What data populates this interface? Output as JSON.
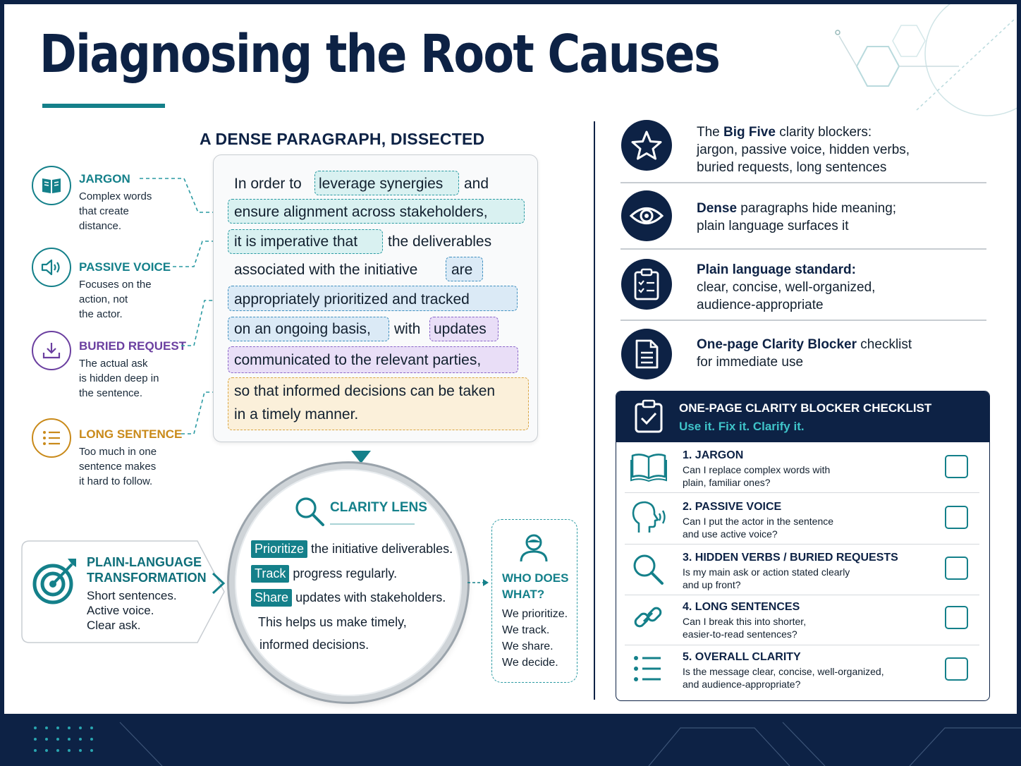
{
  "title": "Diagnosing the Root Causes",
  "section_heading": "A DENSE PARAGRAPH, DISSECTED",
  "labels": [
    {
      "title": "JARGON",
      "desc_lines": [
        "Complex words",
        "that create",
        "distance."
      ],
      "icon": "book-icon",
      "color": "#14808a"
    },
    {
      "title": "PASSIVE VOICE",
      "desc_lines": [
        "Focuses on the",
        "action, not",
        "the actor."
      ],
      "icon": "speaker-icon",
      "color": "#14808a"
    },
    {
      "title": "BURIED REQUEST",
      "desc_lines": [
        "The actual ask",
        "is hidden deep in",
        "the sentence."
      ],
      "icon": "download-icon",
      "color": "#6b3fa0"
    },
    {
      "title": "LONG SENTENCE",
      "desc_lines": [
        "Too much in one",
        "sentence makes",
        "it hard to follow."
      ],
      "icon": "list-icon",
      "color": "#c98a1a"
    }
  ],
  "paragraph": {
    "line1_a": "In order to",
    "line1_b": "leverage synergies",
    "line1_c": "and",
    "line2": "ensure alignment across stakeholders,",
    "line3_a": "it is imperative that",
    "line3_b": "the deliverables",
    "line4_a": "associated with the initiative",
    "line4_b": "are",
    "line5": "appropriately prioritized and tracked",
    "line6_a": "on an ongoing basis,",
    "line6_b": "with",
    "line6_c": "updates",
    "line7": "communicated to the relevant parties,",
    "line8": "so that informed decisions can be taken",
    "line9": "in a timely manner."
  },
  "lens": {
    "title": "CLARITY LENS",
    "rows": [
      {
        "tag": "Prioritize",
        "text": "the initiative deliverables."
      },
      {
        "tag": "Track",
        "text": "progress regularly."
      },
      {
        "tag": "Share",
        "text": "updates with stakeholders."
      }
    ],
    "closing_1": "This helps us make timely,",
    "closing_2": "informed decisions."
  },
  "plain_language": {
    "title_1": "PLAIN-LANGUAGE",
    "title_2": "TRANSFORMATION",
    "desc_lines": [
      "Short sentences.",
      "Active voice.",
      "Clear ask."
    ]
  },
  "who": {
    "title_1": "WHO DOES",
    "title_2": "WHAT?",
    "lines": [
      "We prioritize.",
      "We track.",
      "We share.",
      "We decide."
    ]
  },
  "summary": [
    {
      "icon": "star-icon",
      "lines": [
        {
          "pre": "The ",
          "bold": "Big Five",
          "post": " clarity blockers:"
        },
        {
          "pre": "jargon, passive voice, hidden verbs,",
          "bold": "",
          "post": ""
        },
        {
          "pre": "buried requests, long sentences",
          "bold": "",
          "post": ""
        }
      ]
    },
    {
      "icon": "eye-icon",
      "lines": [
        {
          "pre": "",
          "bold": "Dense",
          "post": " paragraphs hide meaning;"
        },
        {
          "pre": "plain language surfaces it",
          "bold": "",
          "post": ""
        }
      ]
    },
    {
      "icon": "clipboard-icon",
      "lines": [
        {
          "pre": "",
          "bold": "Plain language standard:",
          "post": ""
        },
        {
          "pre": "clear, concise, well-organized,",
          "bold": "",
          "post": ""
        },
        {
          "pre": "audience-appropriate",
          "bold": "",
          "post": ""
        }
      ]
    },
    {
      "icon": "document-icon",
      "lines": [
        {
          "pre": "",
          "bold": "One-page Clarity Blocker",
          "post": " checklist"
        },
        {
          "pre": "for immediate use",
          "bold": "",
          "post": ""
        }
      ]
    }
  ],
  "checklist": {
    "title": "ONE-PAGE CLARITY BLOCKER CHECKLIST",
    "subtitle": "Use it. Fix it. Clarify it.",
    "items": [
      {
        "num": "1.",
        "title": "JARGON",
        "desc_1": "Can I replace complex words with",
        "desc_2": "plain, familiar ones?",
        "icon": "open-book-icon"
      },
      {
        "num": "2.",
        "title": "PASSIVE VOICE",
        "desc_1": "Can I put the actor in the sentence",
        "desc_2": "and use active voice?",
        "icon": "speaking-head-icon"
      },
      {
        "num": "3.",
        "title": "HIDDEN VERBS / BURIED REQUESTS",
        "desc_1": "Is my main ask or action stated clearly",
        "desc_2": "and up front?",
        "icon": "magnifier-icon"
      },
      {
        "num": "4.",
        "title": "LONG SENTENCES",
        "desc_1": "Can I break this into shorter,",
        "desc_2": "easier-to-read sentences?",
        "icon": "link-icon"
      },
      {
        "num": "5.",
        "title": "OVERALL CLARITY",
        "desc_1": "Is the message clear, concise, well-organized,",
        "desc_2": "and audience-appropriate?",
        "icon": "bullet-list-icon"
      }
    ]
  }
}
